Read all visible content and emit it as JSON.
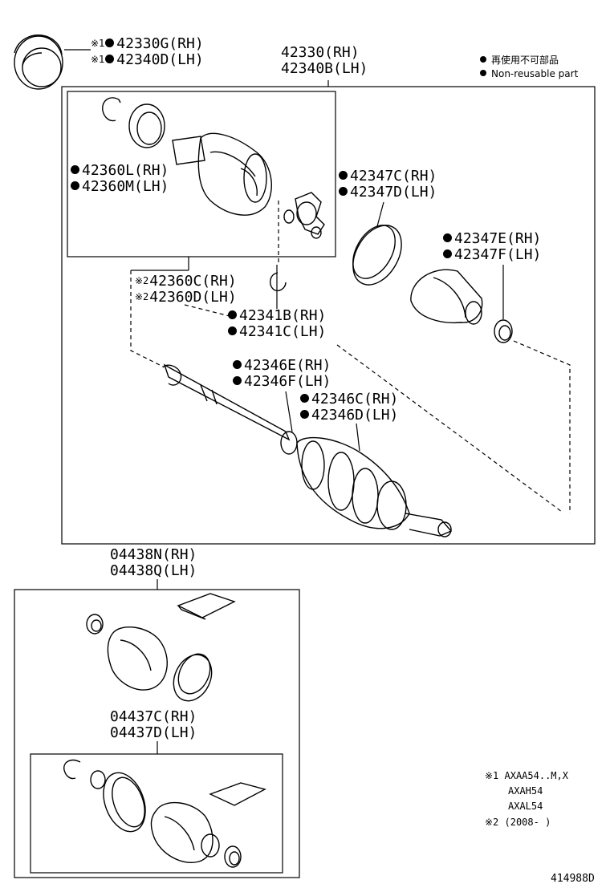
{
  "legend": {
    "jp": "再使用不可部品",
    "en": "Non-reusable part"
  },
  "top_labels": {
    "g1_line1": "42330G(RH)",
    "g1_line2": "42340D(LH)",
    "g1_mark": "※1",
    "assembly_line1": "42330(RH)",
    "assembly_line2": "42340B(LH)"
  },
  "parts": {
    "p42360L": "42360L(RH)",
    "p42360M": "42360M(LH)",
    "p42347C": "42347C(RH)",
    "p42347D": "42347D(LH)",
    "p42347E": "42347E(RH)",
    "p42347F": "42347F(LH)",
    "p42360C": "42360C(RH)",
    "p42360D": "42360D(LH)",
    "mark2": "※2",
    "p42341B": "42341B(RH)",
    "p42341C": "42341C(LH)",
    "p42346E": "42346E(RH)",
    "p42346F": "42346F(LH)",
    "p42346C": "42346C(RH)",
    "p42346D": "42346D(LH)"
  },
  "kits": {
    "k04438N": "04438N(RH)",
    "k04438Q": "04438Q(LH)",
    "k04437C": "04437C(RH)",
    "k04437D": "04437D(LH)"
  },
  "notes": {
    "n1": "※1 AXAA54..M,X",
    "n2": "AXAH54",
    "n3": "AXAL54",
    "n4": "※2 (2008-      )"
  },
  "diagram_id": "414988D"
}
